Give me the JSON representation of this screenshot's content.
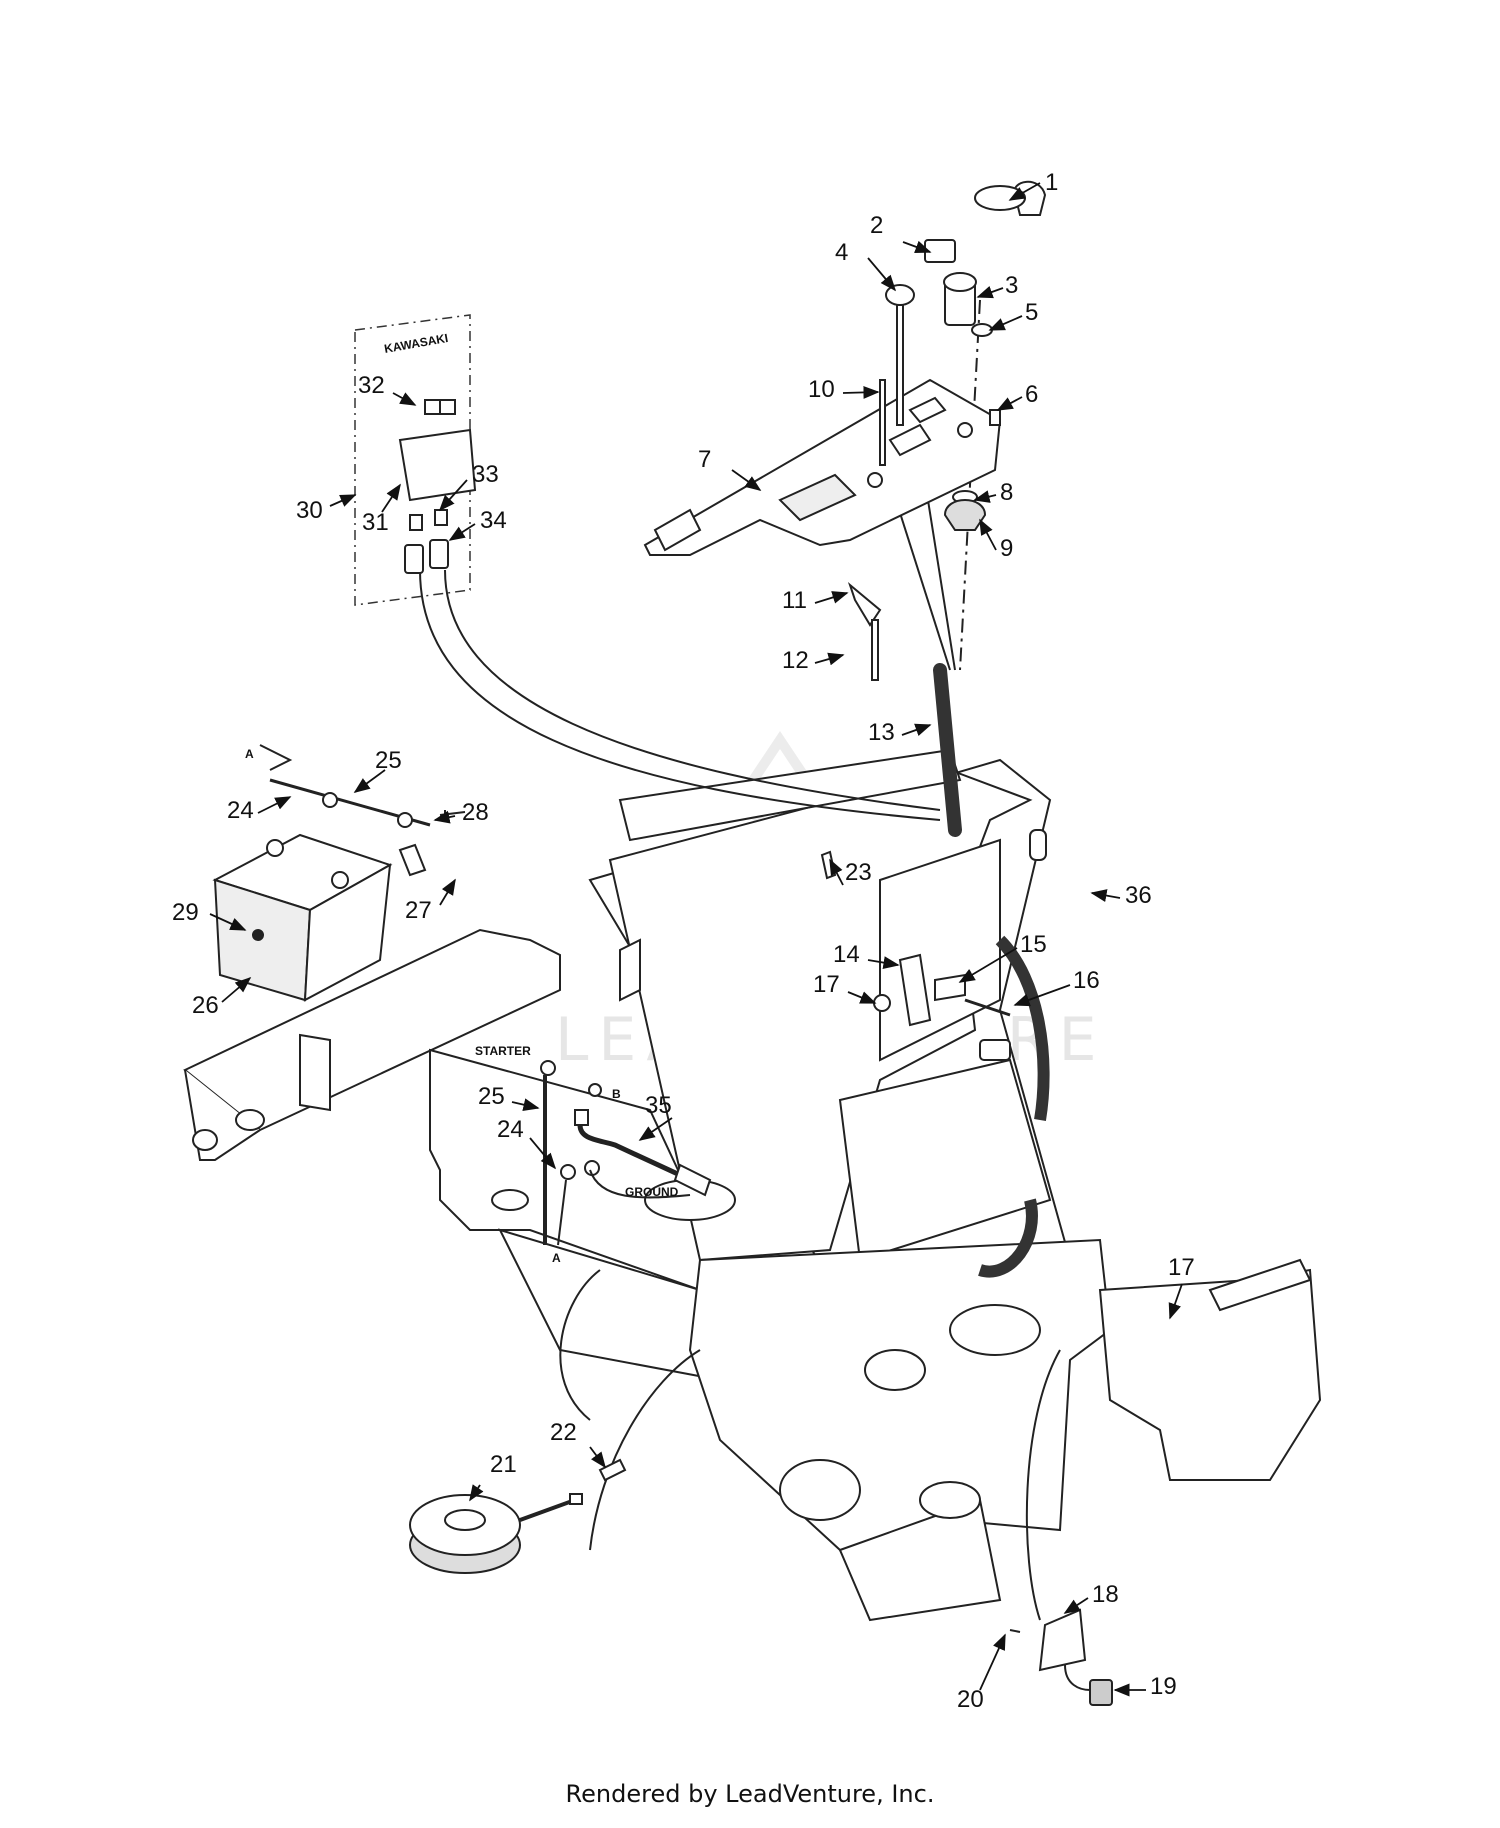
{
  "callouts": [
    {
      "n": "1"
    },
    {
      "n": "2"
    },
    {
      "n": "3"
    },
    {
      "n": "4"
    },
    {
      "n": "5"
    },
    {
      "n": "6"
    },
    {
      "n": "7"
    },
    {
      "n": "8"
    },
    {
      "n": "9"
    },
    {
      "n": "10"
    },
    {
      "n": "11"
    },
    {
      "n": "12"
    },
    {
      "n": "13"
    },
    {
      "n": "14"
    },
    {
      "n": "15"
    },
    {
      "n": "16"
    },
    {
      "n": "17"
    },
    {
      "n": "17"
    },
    {
      "n": "18"
    },
    {
      "n": "19"
    },
    {
      "n": "20"
    },
    {
      "n": "21"
    },
    {
      "n": "22"
    },
    {
      "n": "23"
    },
    {
      "n": "24"
    },
    {
      "n": "24"
    },
    {
      "n": "25"
    },
    {
      "n": "25"
    },
    {
      "n": "26"
    },
    {
      "n": "27"
    },
    {
      "n": "28"
    },
    {
      "n": "29"
    },
    {
      "n": "30"
    },
    {
      "n": "31"
    },
    {
      "n": "32"
    },
    {
      "n": "33"
    },
    {
      "n": "34"
    },
    {
      "n": "35"
    },
    {
      "n": "36"
    }
  ],
  "tags": {
    "kawasaki": "KAWASAKI",
    "starter": "STARTER",
    "b": "B",
    "ground": "GROUND",
    "a_top": "A",
    "a_bottom": "A"
  },
  "watermark": "LEADVENTURE",
  "credit": "Rendered by LeadVenture, Inc."
}
